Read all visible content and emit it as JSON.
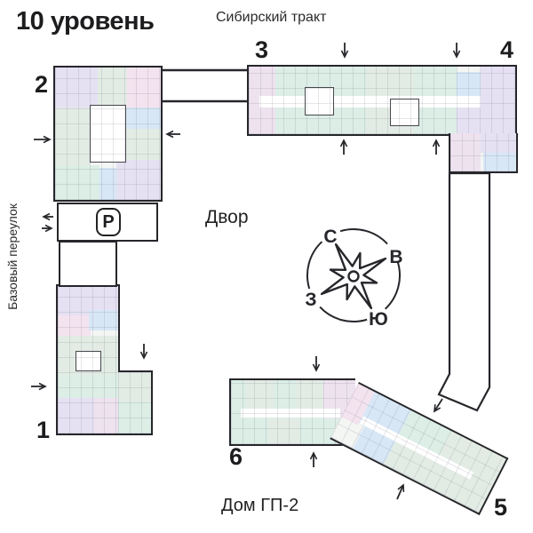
{
  "title": "10 уровень",
  "streets": {
    "top": "Сибирский тракт",
    "left": "Базовый переулок"
  },
  "labels": {
    "courtyard": "Двор",
    "house": "Дом ГП-2"
  },
  "parking": {
    "symbol": "P"
  },
  "compass": {
    "north": "С",
    "east": "В",
    "south": "Ю",
    "west": "З"
  },
  "buildings": {
    "b1": {
      "label": "1"
    },
    "b2": {
      "label": "2"
    },
    "b3": {
      "label": "3"
    },
    "b4": {
      "label": "4"
    },
    "b5": {
      "label": "5"
    },
    "b6": {
      "label": "6"
    }
  },
  "colors": {
    "wall": "#26262b",
    "lavender": "#e5e1f2",
    "pink": "#f3e3ee",
    "pink_lavender": "#eee2ef",
    "green": "#e2ece4",
    "mint": "#dceee6",
    "blue": "#d8e7f6",
    "white": "#ffffff"
  }
}
